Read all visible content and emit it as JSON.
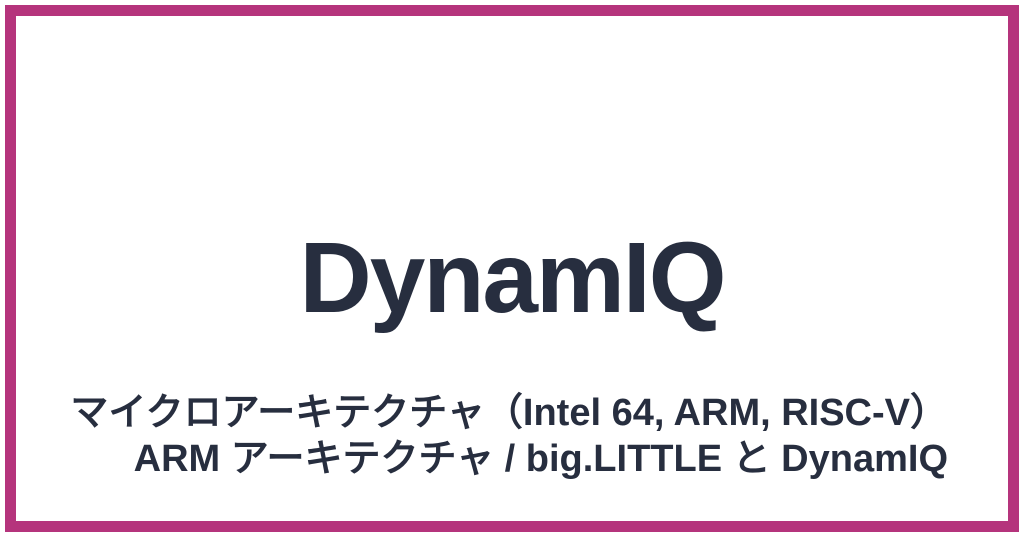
{
  "page": {
    "background": "#ffffff",
    "border_color": "#b5347c",
    "text_color": "#272e3f"
  },
  "slide": {
    "title": "DynamIQ",
    "subtitle_lines": [
      "マイクロアーキテクチャ（Intel 64, ARM, RISC-V）",
      "ARM アーキテクチャ / big.LITTLE と DynamIQ"
    ]
  }
}
